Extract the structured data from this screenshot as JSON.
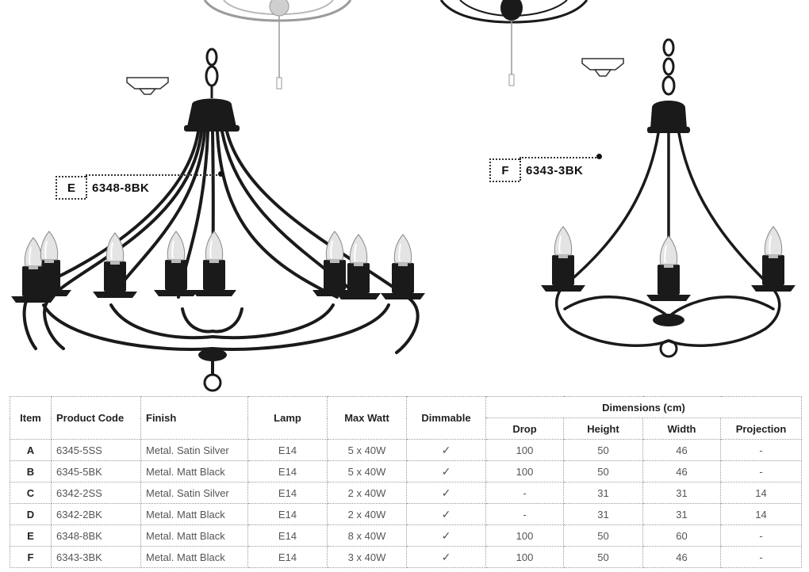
{
  "callouts": [
    {
      "letter": "E",
      "code": "6348-8BK"
    },
    {
      "letter": "F",
      "code": "6343-3BK"
    }
  ],
  "table": {
    "headers": {
      "item": "Item",
      "product_code": "Product Code",
      "finish": "Finish",
      "lamp": "Lamp",
      "max_watt": "Max Watt",
      "dimmable": "Dimmable",
      "dimensions": "Dimensions (cm)",
      "drop": "Drop",
      "height": "Height",
      "width": "Width",
      "projection": "Projection"
    },
    "rows": [
      {
        "item": "A",
        "code": "6345-5SS",
        "finish": "Metal. Satin Silver",
        "lamp": "E14",
        "watt": "5 x 40W",
        "dimmable": "✓",
        "drop": "100",
        "height": "50",
        "width": "46",
        "projection": "-"
      },
      {
        "item": "B",
        "code": "6345-5BK",
        "finish": "Metal. Matt Black",
        "lamp": "E14",
        "watt": "5 x 40W",
        "dimmable": "✓",
        "drop": "100",
        "height": "50",
        "width": "46",
        "projection": "-"
      },
      {
        "item": "C",
        "code": "6342-2SS",
        "finish": "Metal. Satin Silver",
        "lamp": "E14",
        "watt": "2 x 40W",
        "dimmable": "✓",
        "drop": "-",
        "height": "31",
        "width": "31",
        "projection": "14"
      },
      {
        "item": "D",
        "code": "6342-2BK",
        "finish": "Metal. Matt Black",
        "lamp": "E14",
        "watt": "2 x 40W",
        "dimmable": "✓",
        "drop": "-",
        "height": "31",
        "width": "31",
        "projection": "14"
      },
      {
        "item": "E",
        "code": "6348-8BK",
        "finish": "Metal. Matt Black",
        "lamp": "E14",
        "watt": "8 x 40W",
        "dimmable": "✓",
        "drop": "100",
        "height": "50",
        "width": "60",
        "projection": "-"
      },
      {
        "item": "F",
        "code": "6343-3BK",
        "finish": "Metal. Matt Black",
        "lamp": "E14",
        "watt": "3 x 40W",
        "dimmable": "✓",
        "drop": "100",
        "height": "50",
        "width": "46",
        "projection": "-"
      }
    ]
  },
  "colors": {
    "metal_black": "#1a1a1a",
    "bulb_glass": "#dcdcdc",
    "dotted_rule": "#9a9a9a"
  },
  "icons": [
    "ceiling-rose-icon",
    "chandelier-8-arm-illustration",
    "chandelier-3-arm-illustration",
    "candle-bulb-icon"
  ]
}
